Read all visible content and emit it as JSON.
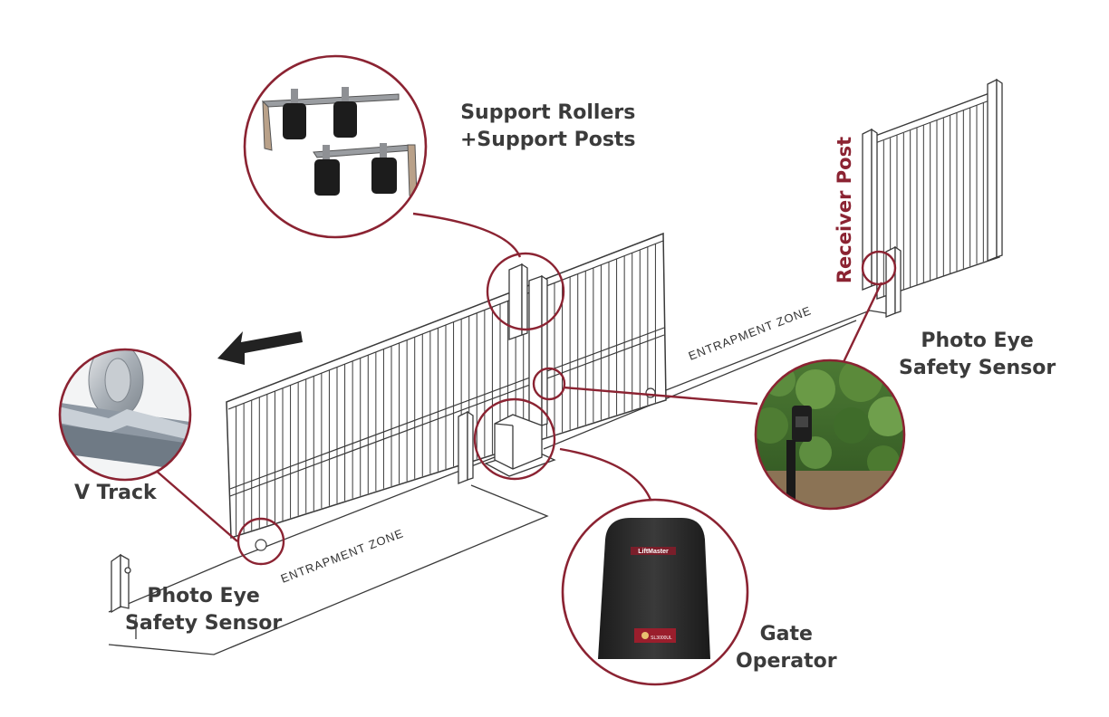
{
  "colors": {
    "accent": "#8b2332",
    "line": "#3a3a3a",
    "label": "#3b3b3b"
  },
  "callouts": {
    "support_rollers": {
      "line1": "Support Rollers",
      "line2": "+Support Posts"
    },
    "receiver_post": "Receiver Post",
    "photo_eye_right": {
      "line1": "Photo Eye",
      "line2": "Safety Sensor"
    },
    "v_track": "V Track",
    "photo_eye_left": {
      "line1": "Photo Eye",
      "line2": "Safety Sensor"
    },
    "gate_operator": {
      "line1": "Gate",
      "line2": "Operator"
    }
  },
  "zones": {
    "front": "ENTRAPMENT  ZONE",
    "back": "ENTRAPMENT  ZONE"
  },
  "operator_brand": "LiftMaster",
  "operator_model": "SL3000UL",
  "icons": {
    "direction_arrow": "arrow-left-icon"
  }
}
